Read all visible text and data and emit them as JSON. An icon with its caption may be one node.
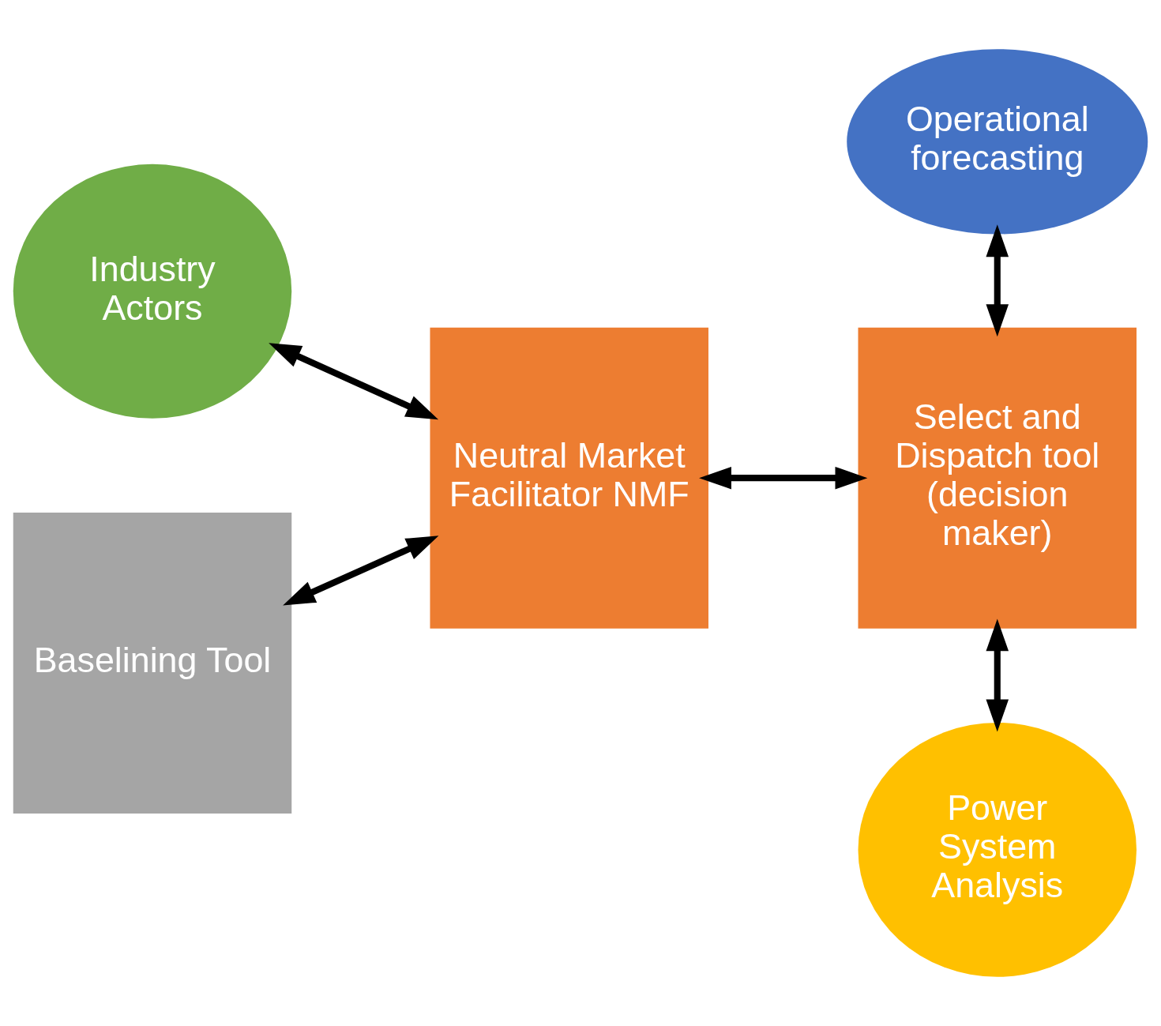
{
  "diagram": {
    "nodes": [
      {
        "text": [
          "Operational forecasting"
        ]
      },
      {
        "text": [
          "Industry Actors"
        ]
      },
      {
        "text": [
          "Neutral Market Facilitator NMF"
        ]
      },
      {
        "text": [
          "Select and Dispatch tool (decision maker)"
        ]
      },
      {
        "text": [
          "Baselining Tool"
        ]
      },
      {
        "text": [
          "Power System Analysis"
        ]
      }
    ],
    "edges": [
      {
        "from": 1,
        "to": 2,
        "arrow": "both"
      },
      {
        "from": 2,
        "to": 3,
        "arrow": "both"
      },
      {
        "from": 0,
        "to": 3,
        "arrow": "both"
      },
      {
        "from": 4,
        "to": 2,
        "arrow": "both"
      },
      {
        "from": 3,
        "to": 5,
        "arrow": "both"
      }
    ]
  }
}
